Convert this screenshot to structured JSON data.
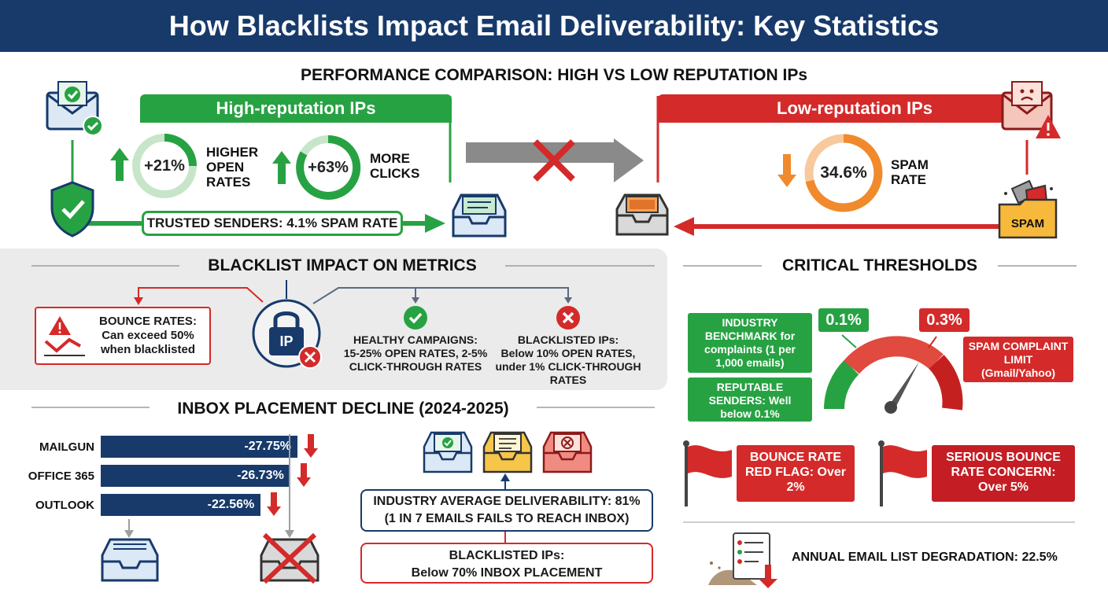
{
  "title": "How Blacklists Impact Email Deliverability: Key Statistics",
  "performance": {
    "title": "PERFORMANCE COMPARISON: HIGH VS LOW REPUTATION IPs",
    "high": {
      "header": "High-reputation IPs",
      "open_value": "+21%",
      "open_label": "HIGHER OPEN RATES",
      "clicks_value": "+63%",
      "clicks_label": "MORE CLICKS",
      "trusted": "TRUSTED SENDERS: 4.1% SPAM RATE"
    },
    "low": {
      "header": "Low-reputation IPs",
      "spam_value": "34.6%",
      "spam_label": "SPAM RATE",
      "spam_folder": "SPAM"
    }
  },
  "blacklist": {
    "title": "BLACKLIST IMPACT ON METRICS",
    "bounce_title": "BOUNCE RATES:",
    "bounce_text": "Can exceed 50% when blacklisted",
    "ip_label": "IP",
    "healthy_title": "HEALTHY CAMPAIGNS:",
    "healthy_text": "15-25% OPEN RATES, 2-5% CLICK-THROUGH RATES",
    "blacklisted_title": "BLACKLISTED IPs:",
    "blacklisted_text": "Below 10% OPEN RATES, under 1% CLICK-THROUGH RATES"
  },
  "inbox": {
    "title": "INBOX PLACEMENT DECLINE (2024-2025)",
    "avg_line1": "INDUSTRY AVERAGE DELIVERABILITY: 81%",
    "avg_line2": "(1 IN 7 EMAILS FAILS TO REACH INBOX)",
    "bl_line1": "BLACKLISTED IPs:",
    "bl_line2": "Below 70% INBOX PLACEMENT"
  },
  "chart_data": {
    "type": "bar",
    "categories": [
      "MAILGUN",
      "OFFICE 365",
      "OUTLOOK"
    ],
    "values": [
      -27.75,
      -26.73,
      -22.56
    ],
    "labels": [
      "-27.75%",
      "-26.73%",
      "-22.56%"
    ]
  },
  "thresholds": {
    "title": "CRITICAL THRESHOLDS",
    "benchmark_value": "0.1%",
    "benchmark_label": "INDUSTRY BENCHMARK for complaints (1 per 1,000 emails)",
    "reputable_label": "REPUTABLE SENDERS: Well below 0.1%",
    "limit_value": "0.3%",
    "limit_label": "SPAM COMPLAINT LIMIT (Gmail/Yahoo)",
    "red_flag": "BOUNCE RATE RED FLAG: Over 2%",
    "serious": "SERIOUS BOUNCE RATE CONCERN: Over 5%",
    "degradation": "ANNUAL EMAIL LIST DEGRADATION: 22.5%"
  },
  "colors": {
    "navy": "#173a6b",
    "green": "#27a243",
    "red": "#d42a2a",
    "orange": "#f08a2c"
  }
}
